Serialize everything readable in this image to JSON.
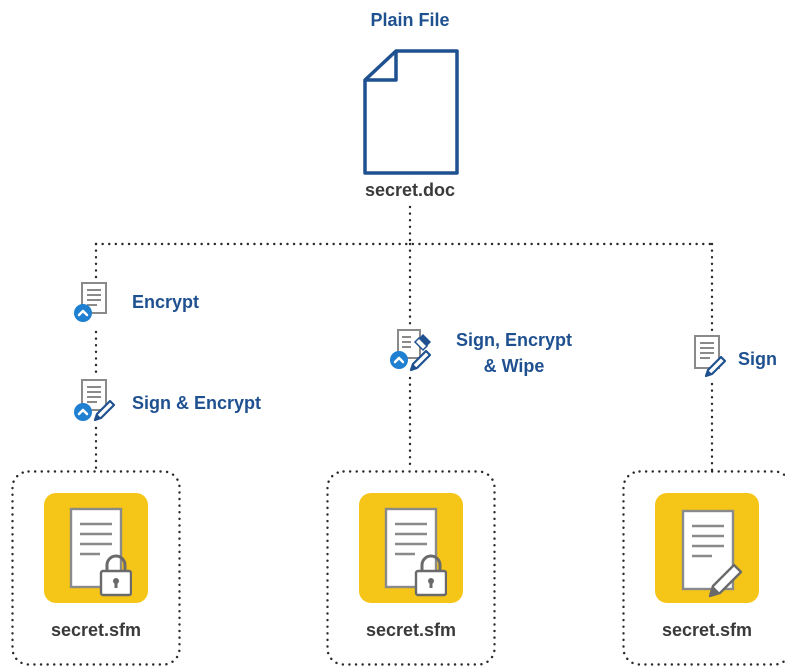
{
  "source": {
    "heading": "Plain File",
    "file_name": "secret.doc"
  },
  "operations": {
    "encrypt": "Encrypt",
    "sign_encrypt": "Sign & Encrypt",
    "sign_encrypt_wipe_line1": "Sign, Encrypt",
    "sign_encrypt_wipe_line2": "& Wipe",
    "sign": "Sign"
  },
  "outputs": [
    {
      "file_name": "secret.sfm",
      "badge": "lock-icon"
    },
    {
      "file_name": "secret.sfm",
      "badge": "lock-icon"
    },
    {
      "file_name": "secret.sfm",
      "badge": "pen-icon"
    }
  ],
  "colors": {
    "accent": "#1f5190",
    "tile": "#f5c518",
    "circle": "#1f7fd0",
    "text": "#3a3a3a"
  }
}
